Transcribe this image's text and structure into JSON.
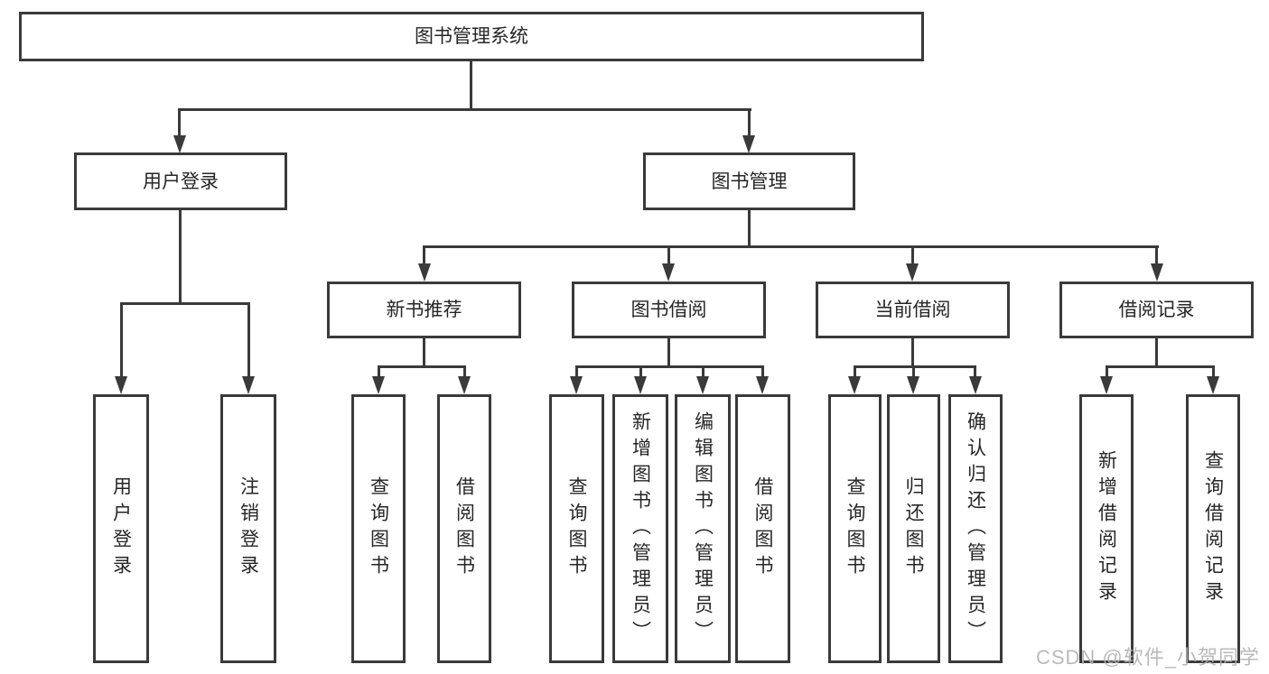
{
  "tree": {
    "label": "图书管理系统",
    "children": [
      {
        "label": "用户登录",
        "children": [
          {
            "label": "用户登录"
          },
          {
            "label": "注销登录"
          }
        ]
      },
      {
        "label": "图书管理",
        "children": [
          {
            "label": "新书推荐",
            "children": [
              {
                "label": "查询图书"
              },
              {
                "label": "借阅图书"
              }
            ]
          },
          {
            "label": "图书借阅",
            "children": [
              {
                "label": "查询图书"
              },
              {
                "label": "新增图书（管理员）"
              },
              {
                "label": "编辑图书（管理员）"
              },
              {
                "label": "借阅图书"
              }
            ]
          },
          {
            "label": "当前借阅",
            "children": [
              {
                "label": "查询图书"
              },
              {
                "label": "归还图书"
              },
              {
                "label": "确认归还（管理员）"
              }
            ]
          },
          {
            "label": "借阅记录",
            "children": [
              {
                "label": "新增借阅记录"
              },
              {
                "label": "查询借阅记录"
              }
            ]
          }
        ]
      }
    ]
  },
  "watermark": {
    "text": "CSDN @软件_小贺同学"
  },
  "colors": {
    "background": "#ffffff",
    "box_border": "#3a3a3a",
    "connector": "#3a3a3a",
    "text": "#262626",
    "watermark_text": "#b3b3b3"
  }
}
